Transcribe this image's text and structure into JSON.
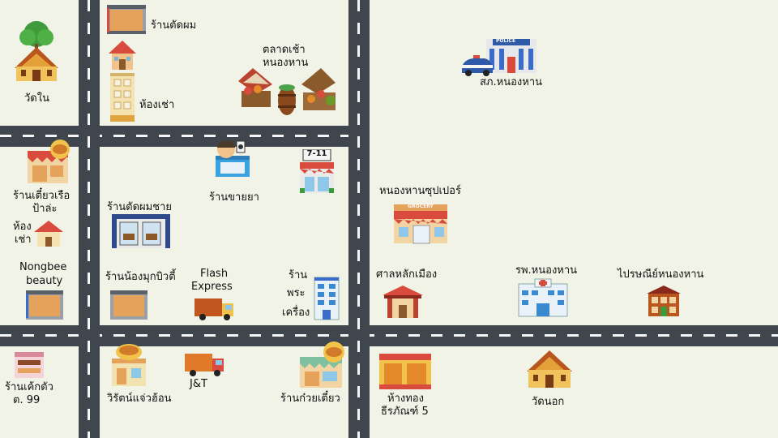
{
  "map": {
    "places": {
      "barber": "ร้านตัดผม",
      "wat_nai": "วัดใน",
      "market_l1": "ตลาดเช้า",
      "market_l2": "หนองหาน",
      "police": "สภ.หนองหาน",
      "rooms1": "ห้องเช่า",
      "noodle_boat_l1": "ร้านเตี๋ยวเรือ",
      "noodle_boat_l2": "ป้าล่ะ",
      "rooms2_l1": "ห้อง",
      "rooms2_l2": "เช่า",
      "pharmacy": "ร้านขายยา",
      "seven_logo": "7-11",
      "mens_barber": "ร้านตัดผมชาย",
      "super": "หนองหานซุปเปอร์",
      "nongbee_l1": "Nongbee",
      "nongbee_l2": "beauty",
      "beauty_shop": "ร้านน้องมุกบิวตี้",
      "flash_l1": "Flash",
      "flash_l2": "Express",
      "amulet_l1": "ร้าน",
      "amulet_l2": "พระ",
      "amulet_l3": "เครื่อง",
      "shrine": "ศาลหลักเมือง",
      "hospital": "รพ.หนองหาน",
      "post": "ไปรษณีย์หนองหาน",
      "bakery_l1": "ร้านเค้กตัว",
      "bakery_l2": "ต. 99",
      "wiset": "วิรัตน์แจ่วฮ้อน",
      "jt": "J&T",
      "noodle": "ร้านก๋วยเตี๋ยว",
      "gold_l1": "ห้างทอง",
      "gold_l2": "ธีรภัณฑ์ 5",
      "wat_nok": "วัดนอก",
      "grocery_sign": "GROCERY",
      "police_sign": "POLICE"
    },
    "colors": {
      "background": "#f1f3e7",
      "road": "#3f464d",
      "lane": "#f5f5f5"
    }
  }
}
